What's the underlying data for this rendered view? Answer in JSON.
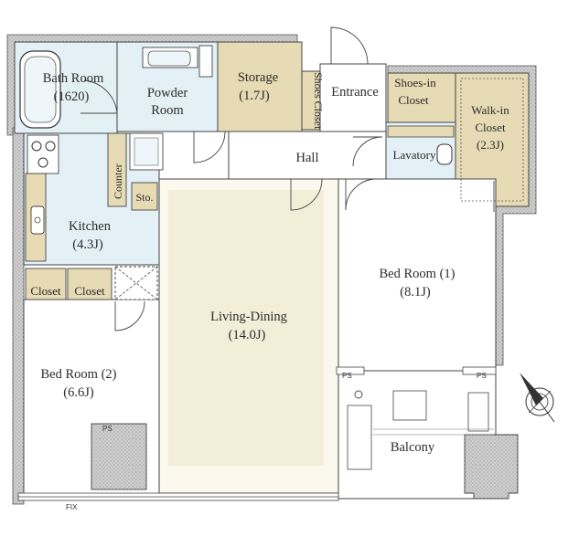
{
  "rooms": {
    "bath": {
      "name": "Bath Room",
      "size": "(1620)"
    },
    "powder": {
      "name": "Powder",
      "name2": "Room"
    },
    "storage": {
      "name": "Storage",
      "size": "(1.7J)"
    },
    "shoes_closet": {
      "name": "Shoes Closet"
    },
    "entrance": {
      "name": "Entrance"
    },
    "shoes_in": {
      "name": "Shoes-in",
      "name2": "Closet"
    },
    "walkin": {
      "name": "Walk-in",
      "name2": "Closet",
      "size": "(2.3J)"
    },
    "hall": {
      "name": "Hall"
    },
    "lavatory": {
      "name": "Lavatory"
    },
    "counter": {
      "name": "Counter"
    },
    "sto": {
      "name": "Sto."
    },
    "kitchen": {
      "name": "Kitchen",
      "size": "(4.3J)"
    },
    "closet_left": {
      "name": "Closet"
    },
    "closet_right": {
      "name": "Closet"
    },
    "living": {
      "name": "Living-Dining",
      "size": "(14.0J)"
    },
    "bed1": {
      "name": "Bed Room (1)",
      "size": "(8.1J)"
    },
    "bed2": {
      "name": "Bed Room (2)",
      "size": "(6.6J)"
    },
    "balcony": {
      "name": "Balcony"
    }
  },
  "marks": {
    "ps1": "PS",
    "ps2": "PS",
    "ps3": "PS",
    "fix": "FIX"
  },
  "colors": {
    "wall": "#c8c8c8",
    "floor_light": "#f8f4e6",
    "floor_storage": "#e6dbb4",
    "wet_area": "#e3f1f6"
  }
}
